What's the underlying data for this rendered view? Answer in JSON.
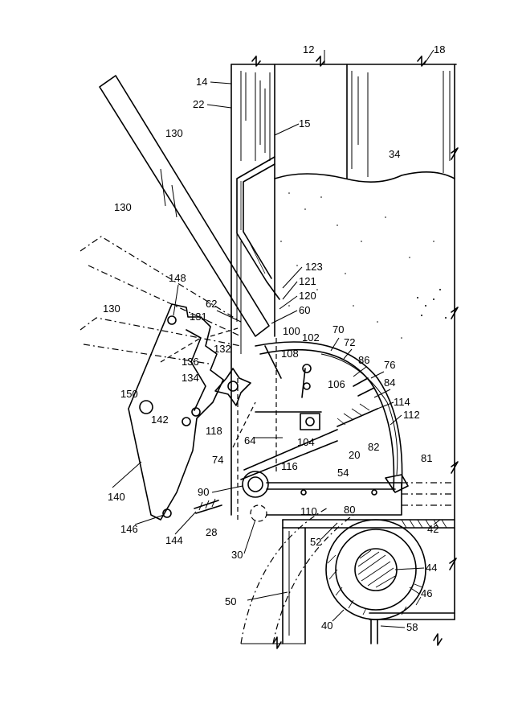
{
  "labels": {
    "l12": "12",
    "l18": "18",
    "l14": "14",
    "l22": "22",
    "l15": "15",
    "l130a": "130",
    "l130b": "130",
    "l130c": "130",
    "l34": "34",
    "l148": "148",
    "l123": "123",
    "l121": "121",
    "l120": "120",
    "l62": "62",
    "l60": "60",
    "l131": "131",
    "l132": "132",
    "l100": "100",
    "l102": "102",
    "l70": "70",
    "l72": "72",
    "l108": "108",
    "l86": "86",
    "l136": "136",
    "l76": "76",
    "l106": "106",
    "l134": "134",
    "l84": "84",
    "l150": "150",
    "l114": "114",
    "l142": "142",
    "l112": "112",
    "l118": "118",
    "l104": "104",
    "l64": "64",
    "l20": "20",
    "l82": "82",
    "l74": "74",
    "l116": "116",
    "l54": "54",
    "l81": "81",
    "l90": "90",
    "l140": "140",
    "l110": "110",
    "l80": "80",
    "l146": "146",
    "l144": "144",
    "l28": "28",
    "l52": "52",
    "l42": "42",
    "l30": "30",
    "l44": "44",
    "l46": "46",
    "l50": "50",
    "l40": "40",
    "l58": "58"
  }
}
